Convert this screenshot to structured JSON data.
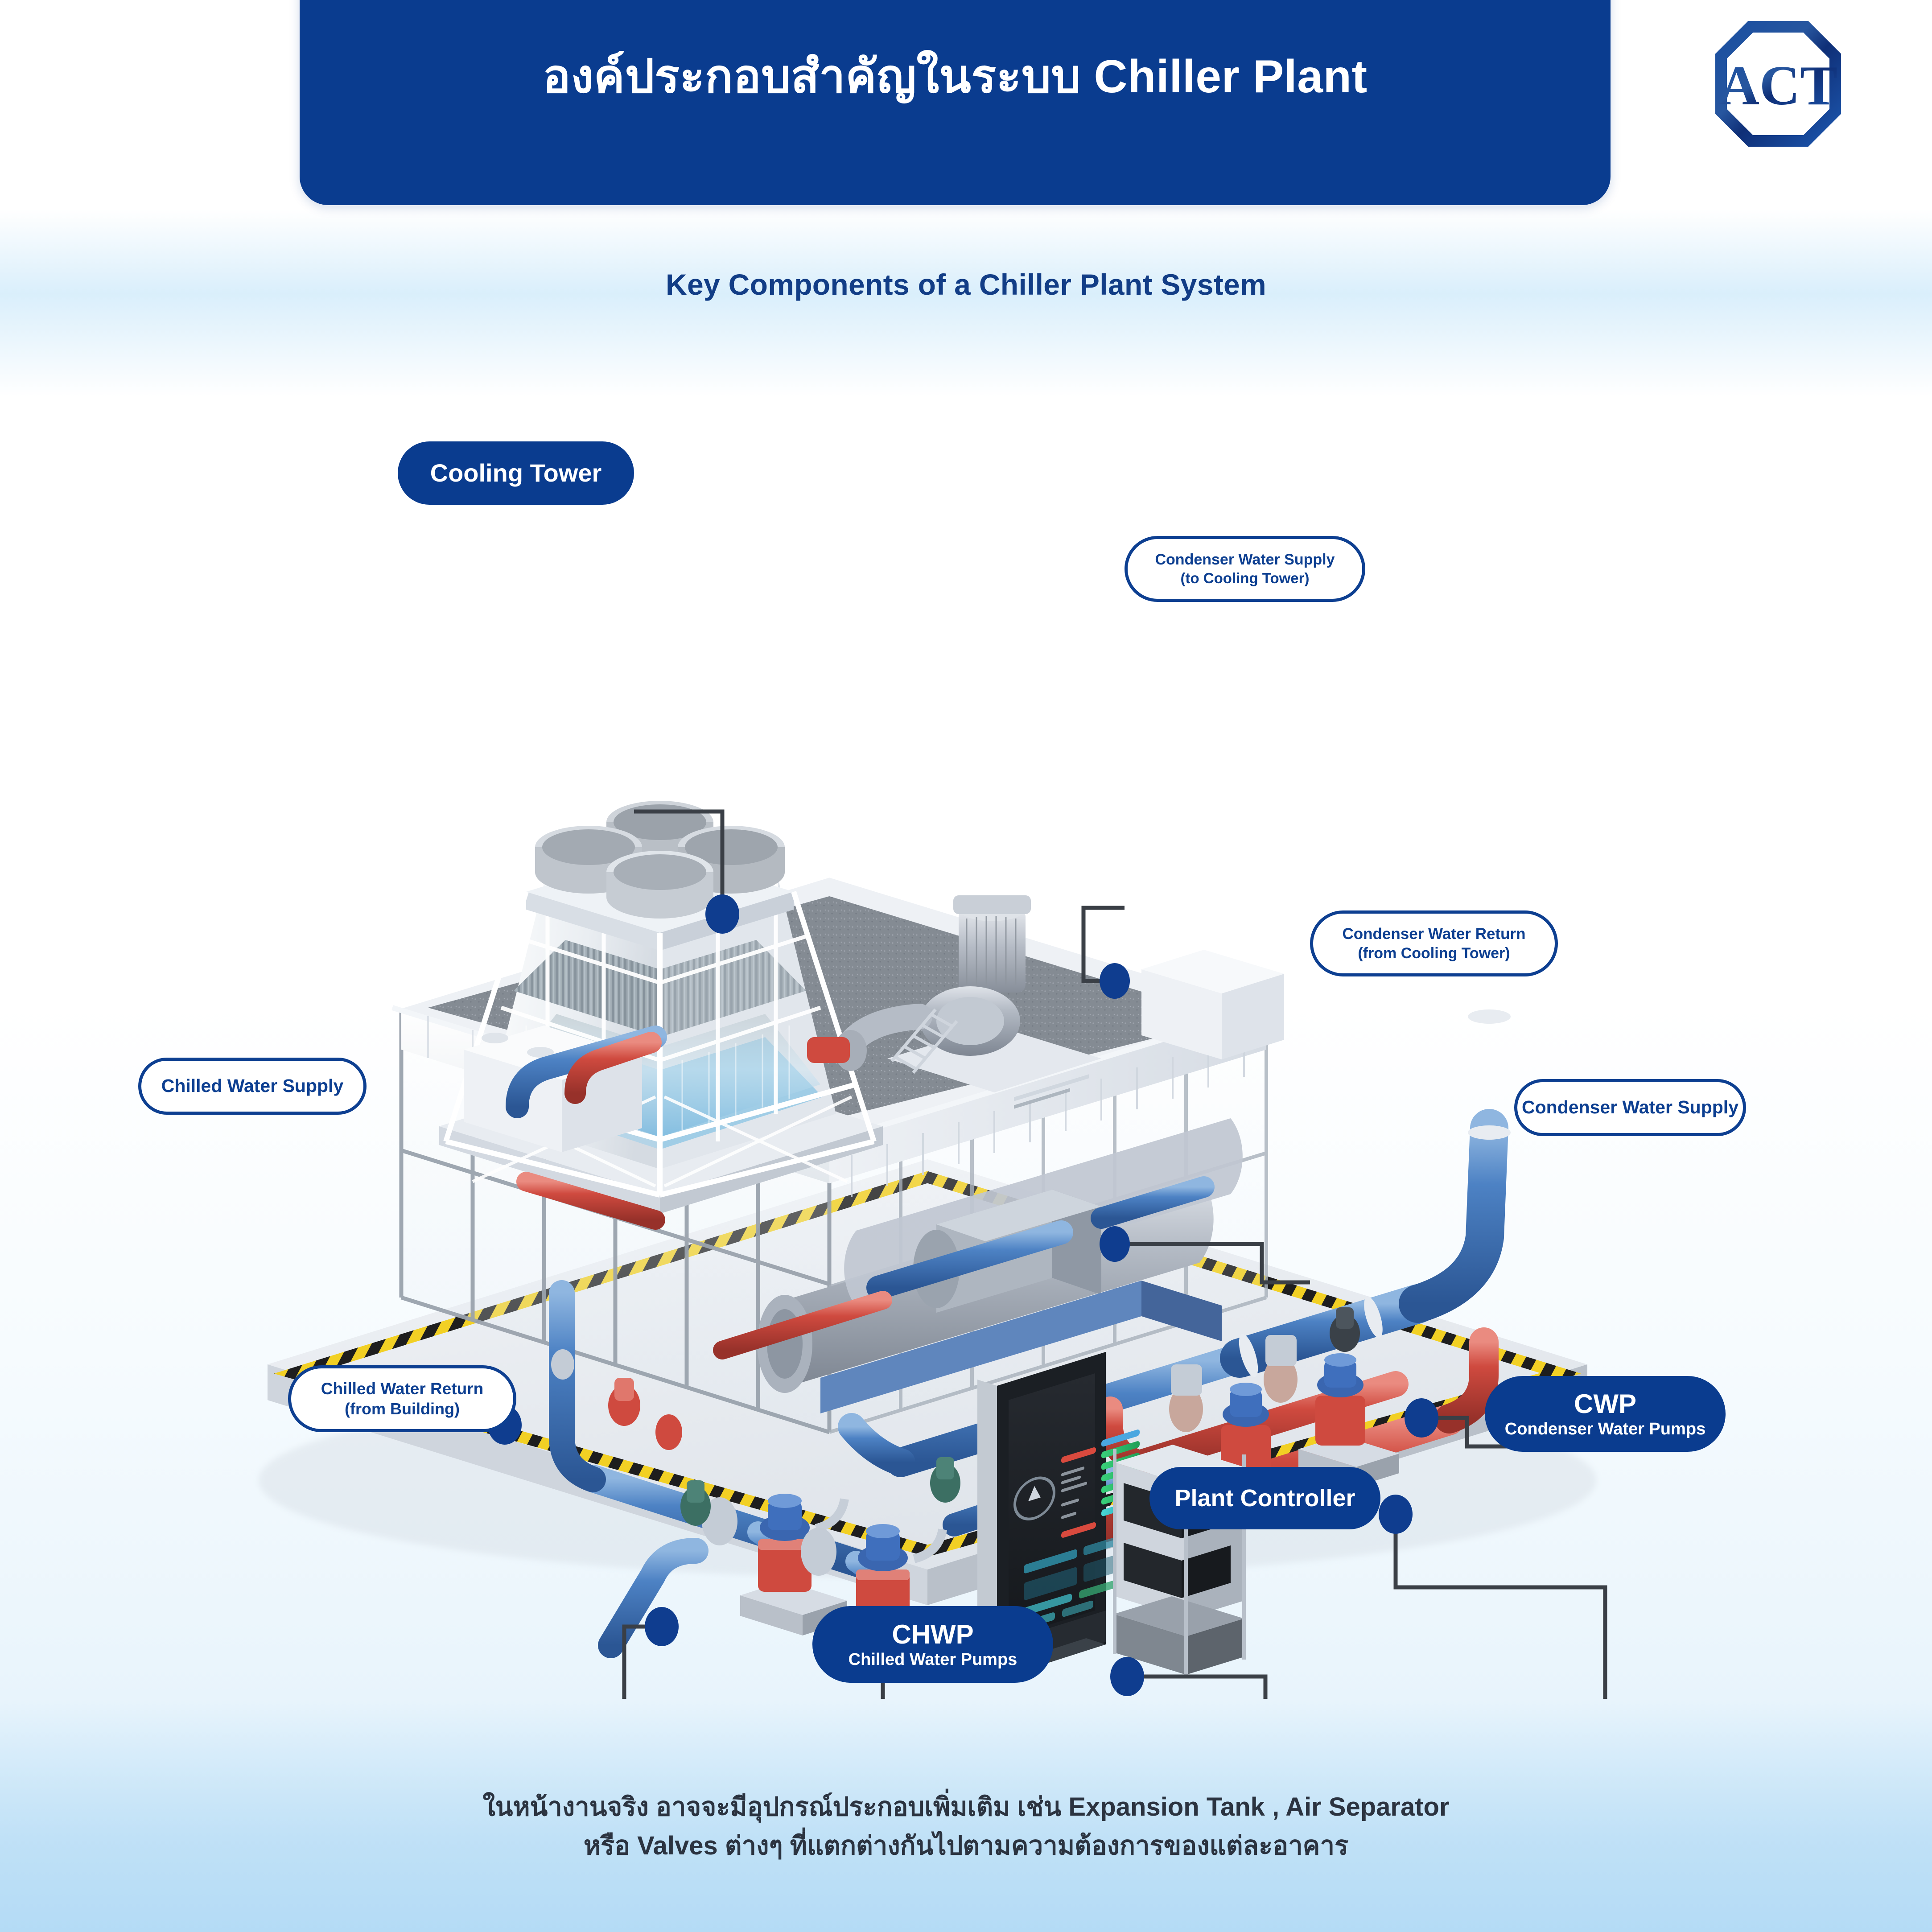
{
  "header": {
    "title": "องค์ประกอบสำคัญในระบบ Chiller Plant",
    "logo_text": "ACT",
    "brand_color": "#0a3c8f"
  },
  "subtitle": "Key Components of a Chiller Plant System",
  "footer": {
    "line1": "ในหน้างานจริง อาจจะมีอุปกรณ์ประกอบเพิ่มเติม เช่น Expansion Tank , Air Separator",
    "line2": "หรือ Valves ต่างๆ ที่แตกต่างกันไปตามความต้องการของแต่ละอาคาร"
  },
  "callouts": {
    "cooling_tower": {
      "line1": "Cooling Tower",
      "style": "solid"
    },
    "cws_to_tower": {
      "line1": "Condenser Water Supply",
      "line2": "(to Cooling Tower)",
      "style": "outline"
    },
    "cwr_from_tower": {
      "line1": "Condenser Water Return",
      "line2": "(from Cooling Tower)",
      "style": "outline"
    },
    "chilled_water_supply": {
      "line1": "Chilled Water Supply",
      "style": "outline"
    },
    "condenser_water_supply": {
      "line1": "Condenser Water Supply",
      "style": "outline"
    },
    "chilled_water_return": {
      "line1": "Chilled Water Return",
      "line2": "(from Building)",
      "style": "outline"
    },
    "cwp": {
      "line1": "CWP",
      "line2": "Condenser Water Pumps",
      "style": "solid"
    },
    "plant_controller": {
      "line1": "Plant Controller",
      "style": "solid"
    },
    "chwp": {
      "line1": "CHWP",
      "line2": "Chilled Water Pumps",
      "style": "solid"
    }
  },
  "diagram": {
    "chilled_water_pipe_color": "#4a7fc1",
    "condenser_water_pipe_color": "#c8423a",
    "structure_color": "#e8ecf0",
    "floor_color": "#dfe4ea",
    "hazard_stripe_colors": [
      "#f2d024",
      "#1e1e1e"
    ],
    "leader_line_color": "#3a3f46",
    "marker_dot_color": "#0f3d8f",
    "components": [
      "cooling-tower",
      "chiller",
      "chilled-water-pumps",
      "condenser-water-pumps",
      "plant-controller",
      "electrical-panel",
      "roof-pump-motor",
      "water-tanks",
      "piping-network",
      "valves"
    ]
  }
}
